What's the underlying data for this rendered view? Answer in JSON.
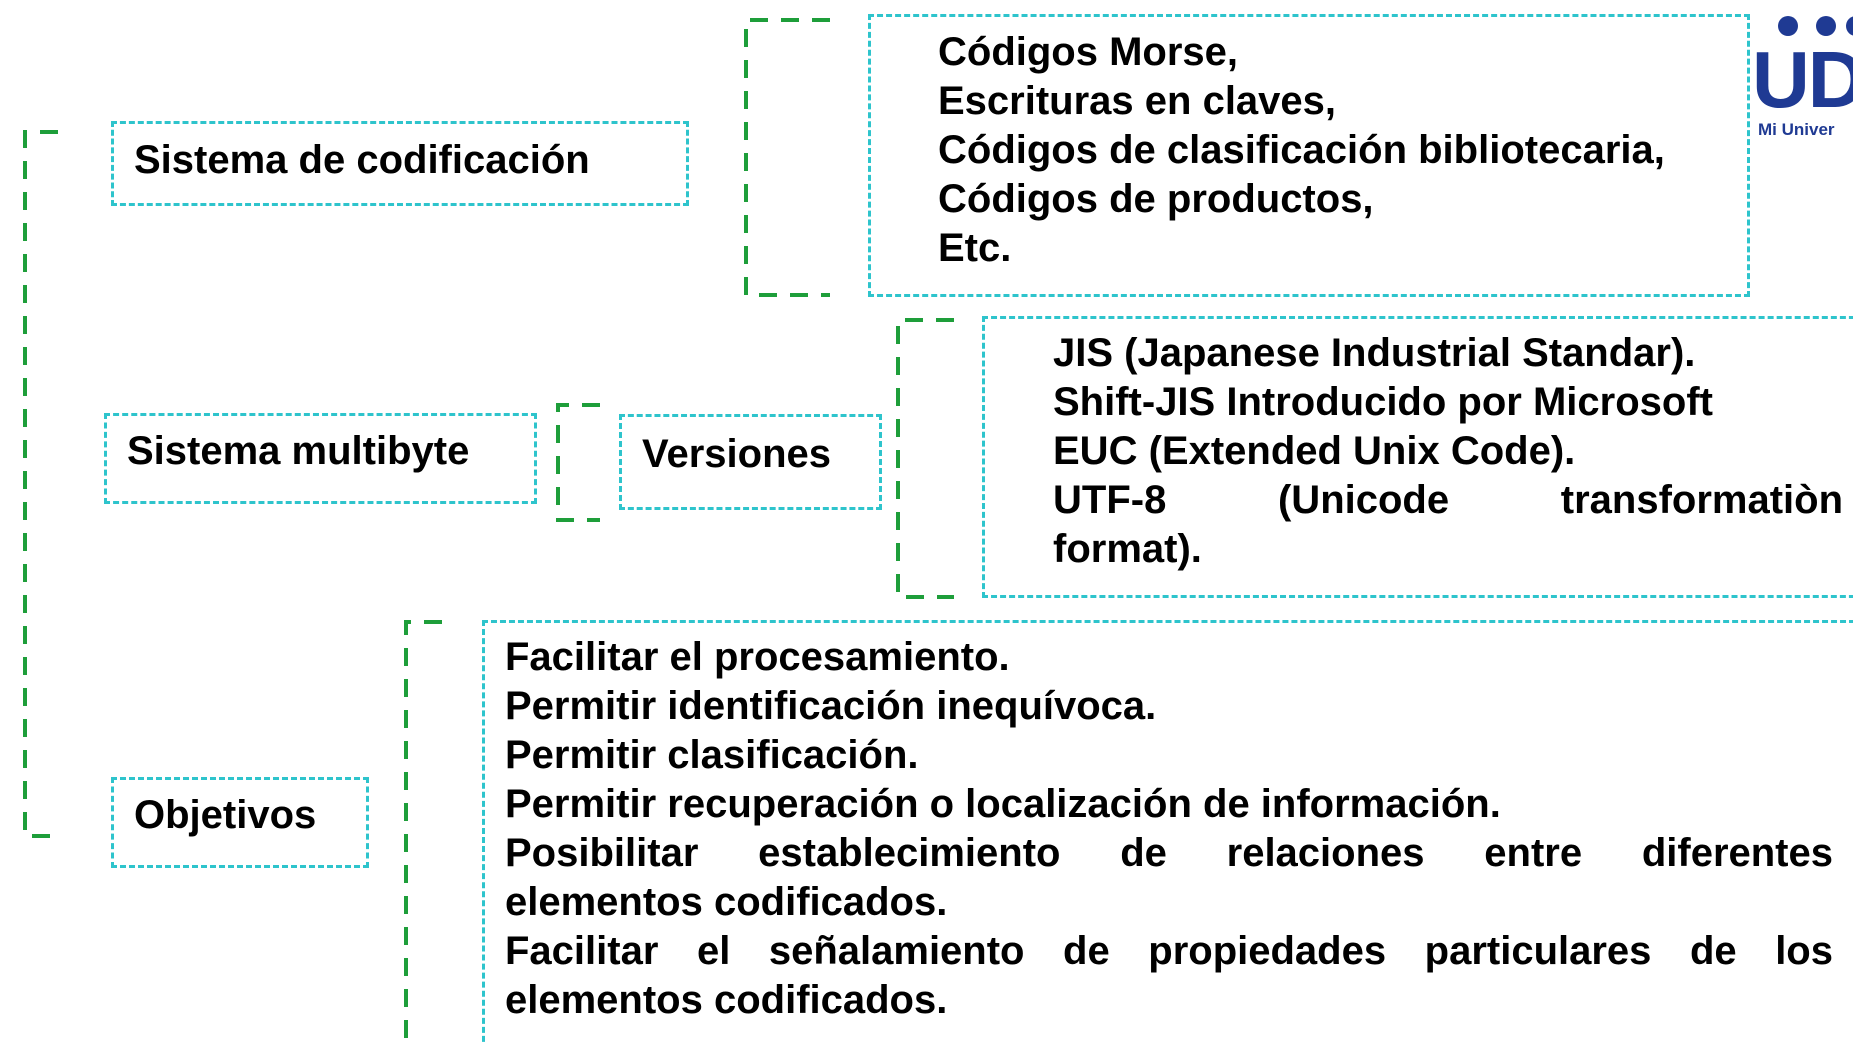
{
  "colors": {
    "bracket": "#1e9e3a",
    "box_border": "#2ec4cc",
    "logo": "#1f3a93"
  },
  "nodes": {
    "sistema_codificacion": "Sistema de codificación",
    "sistema_multibyte": "Sistema multibyte",
    "versiones": "Versiones",
    "objetivos": "Objetivos"
  },
  "codificacion_examples": [
    "Códigos Morse,",
    "Escrituras en claves,",
    "Códigos de clasificación bibliotecaria,",
    "Códigos de productos,",
    "Etc."
  ],
  "versiones_list": {
    "jis": "JIS (Japanese Industrial Standar).",
    "shift_jis": "Shift-JIS Introducido por Microsoft",
    "euc": "EUC (Extended Unix Code).",
    "utf8_a": "UTF-8 (Unicode transformatiòn",
    "utf8_b": "format)."
  },
  "objetivos_list": {
    "o1": "Facilitar el procesamiento.",
    "o2": "Permitir identificación inequívoca.",
    "o3": "Permitir clasificación.",
    "o4": "Permitir recuperación o localización de información.",
    "o5_a": "Posibilitar establecimiento de relaciones entre diferentes",
    "o5_b": "elementos codificados.",
    "o6_a": "Facilitar el señalamiento de propiedades particulares de los",
    "o6_b": "elementos codificados."
  },
  "logo": {
    "word": "UD",
    "tagline": "Mi Univer"
  }
}
